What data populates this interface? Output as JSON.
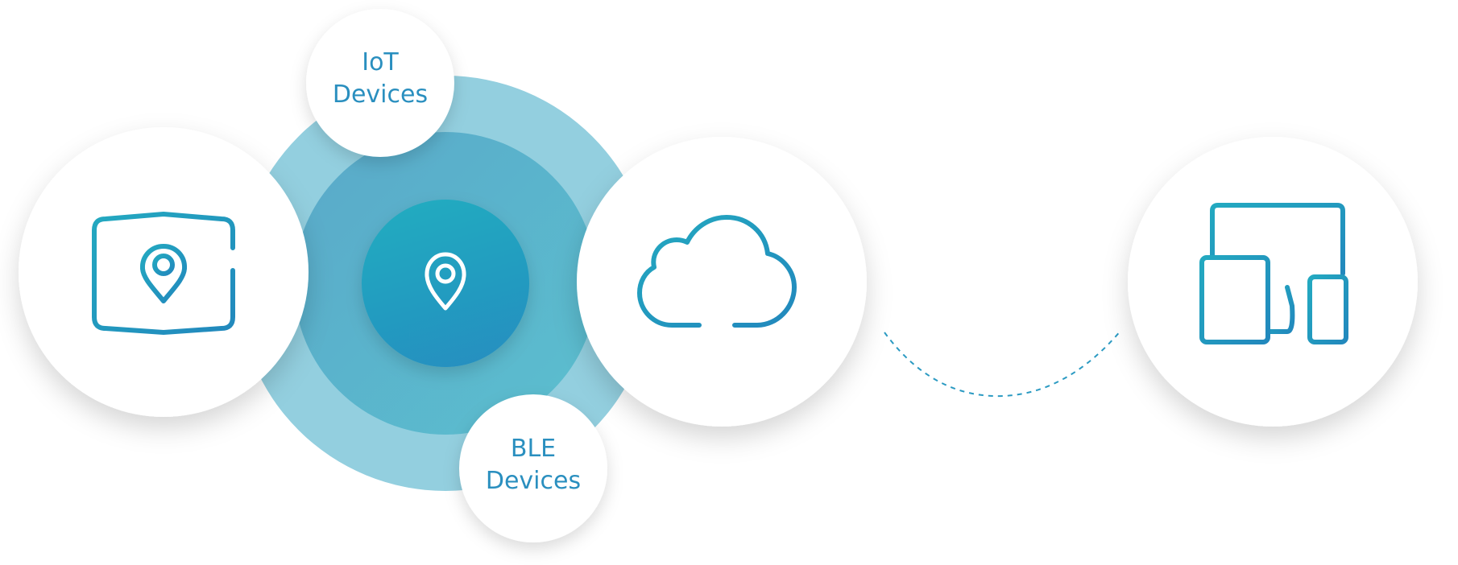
{
  "diagram": {
    "iot_bubble": {
      "line1": "IoT",
      "line2": "Devices"
    },
    "ble_bubble": {
      "line1": "BLE",
      "line2": "Devices"
    },
    "icons": {
      "indoor_map": "indoor-map-pin-icon",
      "beacon": "location-pin-icon",
      "cloud": "cloud-icon",
      "devices": "multi-device-icon"
    },
    "colors": {
      "accent": "#2596be",
      "accent_light": "#23a9c0",
      "accent_dark": "#2288bd",
      "ring_outer": "#8ecbde",
      "ring_mid": "#55b3cb",
      "label": "#2a8fbf",
      "connector": "#2b9ac2"
    }
  }
}
